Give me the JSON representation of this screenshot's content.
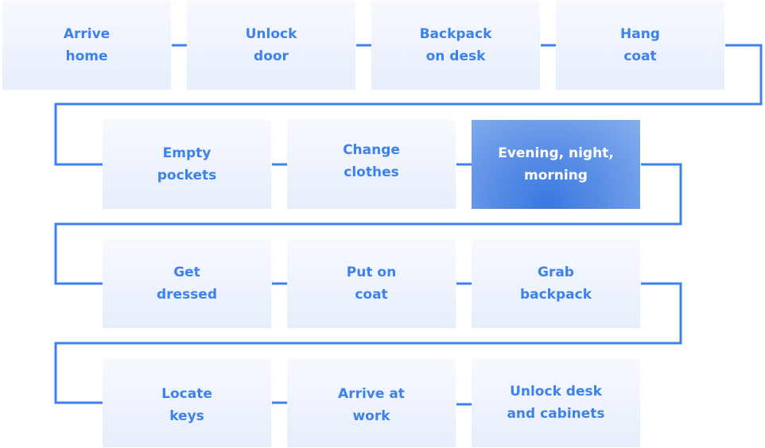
{
  "diagram": {
    "accent_color": "#3d82ec",
    "highlight_color": "#4a80e4",
    "steps": [
      {
        "label": "Arrive\nhome",
        "highlighted": false
      },
      {
        "label": "Unlock\ndoor",
        "highlighted": false
      },
      {
        "label": "Backpack\non desk",
        "highlighted": false
      },
      {
        "label": "Hang\ncoat",
        "highlighted": false
      },
      {
        "label": "Empty\npockets",
        "highlighted": false
      },
      {
        "label": "Change\nclothes",
        "highlighted": false
      },
      {
        "label": "Evening, night,\nmorning",
        "highlighted": true
      },
      {
        "label": "Get\ndressed",
        "highlighted": false
      },
      {
        "label": "Put on\ncoat",
        "highlighted": false
      },
      {
        "label": "Grab\nbackpack",
        "highlighted": false
      },
      {
        "label": "Locate\nkeys",
        "highlighted": false
      },
      {
        "label": "Arrive at\nwork",
        "highlighted": false
      },
      {
        "label": "Unlock desk\nand cabinets",
        "highlighted": false
      }
    ]
  }
}
